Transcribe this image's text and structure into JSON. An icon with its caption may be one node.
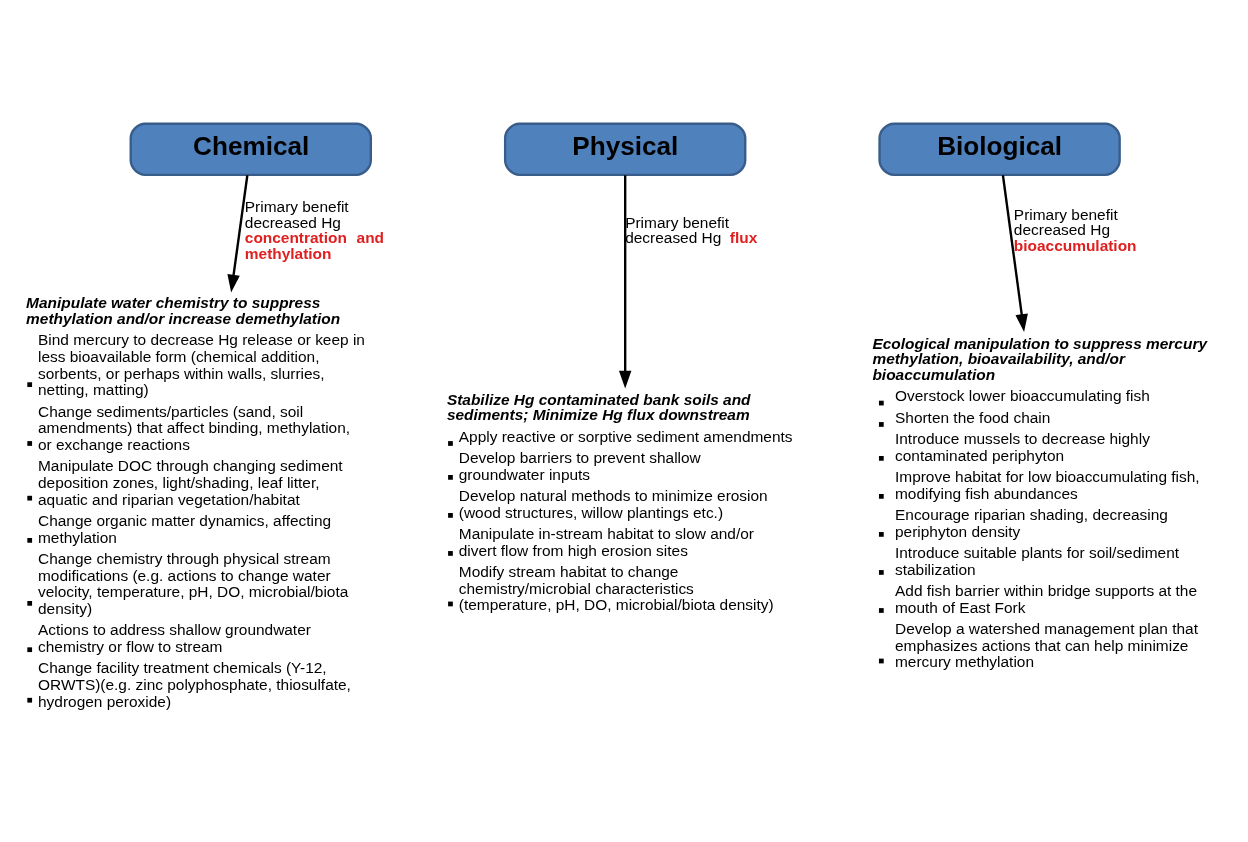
{
  "diagram": {
    "nodes": [
      {
        "text": [
          "Chemical"
        ]
      },
      {
        "text": [
          "Physical"
        ]
      },
      {
        "text": [
          "Biological"
        ]
      },
      {
        "text": [
          "Manipulate water chemistry to suppress methylation and/or increase demethylation",
          "Bind mercury to decrease Hg release or keep in less bioavailable form (chemical addition, sorbents, or perhaps within walls, slurries, netting, matting)",
          "Change sediments/particles (sand, soil amendments) that affect binding, methylation, or exchange reactions",
          "Manipulate DOC through changing sediment deposition zones, light/shading, leaf litter, aquatic and riparian vegetation/habitat",
          "Change organic matter dynamics, affecting methylation",
          "Change chemistry through physical stream modifications (e.g. actions to change water velocity, temperature, pH, DO, microbial/biota density)",
          "Actions to address shallow groundwater chemistry or flow to stream",
          "Change facility treatment chemicals (Y-12, ORWTS)(e.g. zinc polyphosphate, thiosulfate, hydrogen peroxide)"
        ]
      },
      {
        "text": [
          "Stabilize Hg contaminated bank soils and sediments; Minimize Hg flux downstream",
          "Apply reactive or sorptive sediment amendments",
          "Develop barriers to prevent shallow groundwater inputs",
          "Develop natural methods to minimize erosion (wood structures, willow plantings etc.)",
          "Manipulate in-stream habitat to slow and/or divert flow from high erosion sites",
          "Modify stream habitat to change chemistry/microbial characteristics (temperature, pH, DO, microbial/biota density)"
        ]
      },
      {
        "text": [
          "Ecological manipulation to suppress mercury methylation, bioavailability, and/or bioaccumulation",
          "Overstock lower bioaccumulating fish",
          "Shorten the food chain",
          "Introduce mussels to decrease highly contaminated periphyton",
          "Improve habitat for low bioaccumulating fish, modifying fish abundances",
          "Encourage riparian shading, decreasing periphyton density",
          "Introduce suitable plants for soil/sediment stabilization",
          "Add fish barrier within bridge supports at the mouth of East Fork",
          "Develop a watershed management plan that emphasizes actions that can help minimize mercury methylation"
        ]
      }
    ],
    "edges": [
      {
        "from": 0,
        "to": 3,
        "arrow": "to",
        "label": "Primary benefit decreased Hg **concentration and methylation**"
      },
      {
        "from": 1,
        "to": 4,
        "arrow": "to",
        "label": "Primary benefit decreased Hg **flux**"
      },
      {
        "from": 2,
        "to": 5,
        "arrow": "to",
        "label": "Primary benefit decreased Hg **bioaccumulation**"
      }
    ]
  }
}
